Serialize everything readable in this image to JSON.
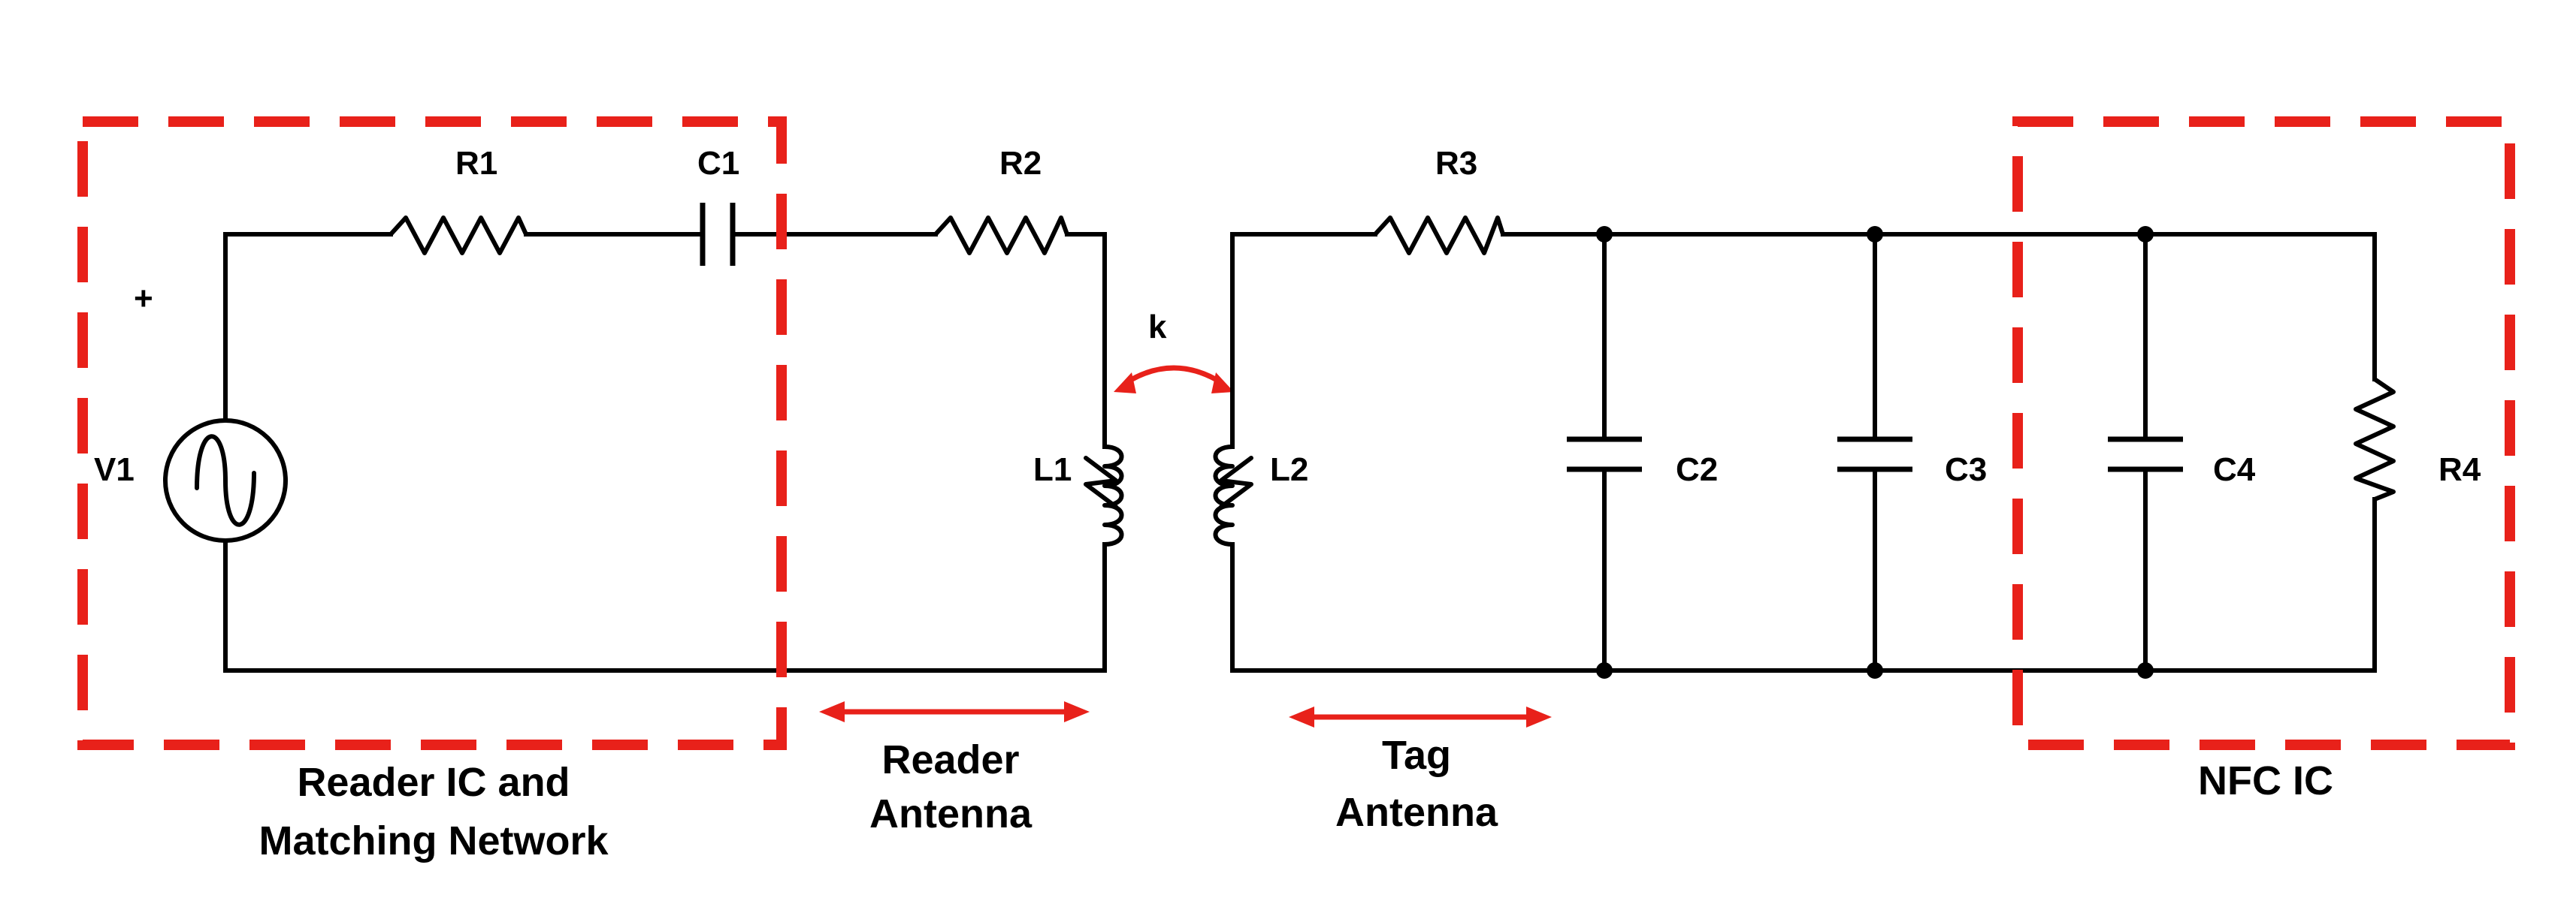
{
  "components": {
    "v1": "V1",
    "v1_polarity": "+",
    "r1": "R1",
    "c1": "C1",
    "r2": "R2",
    "l1": "L1",
    "k": "k",
    "l2": "L2",
    "r3": "R3",
    "c2": "C2",
    "c3": "C3",
    "c4": "C4",
    "r4": "R4"
  },
  "regions": {
    "reader_ic_line1": "Reader IC and",
    "reader_ic_line2": "Matching Network",
    "reader_antenna_line1": "Reader",
    "reader_antenna_line2": "Antenna",
    "tag_antenna_line1": "Tag",
    "tag_antenna_line2": "Antenna",
    "nfc_ic": "NFC IC"
  },
  "colors": {
    "wire": "#000000",
    "highlight": "#e8211a"
  }
}
